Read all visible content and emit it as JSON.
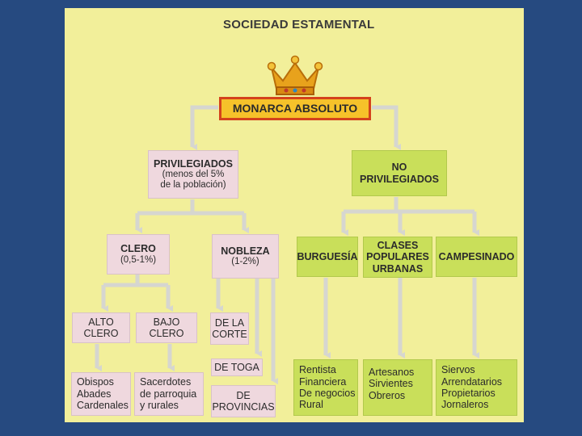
{
  "title": "SOCIEDAD ESTAMENTAL",
  "colors": {
    "frame": "#264a80",
    "background": "#f2ef9a",
    "privileged": "#efd8de",
    "unprivileged": "#c9df5a",
    "monarch_fill": "#f6c22a",
    "monarch_border": "#d4421c",
    "connector": "#d6d6d0"
  },
  "crown_icon": "crown-icon",
  "monarch": "MONARCA ABSOLUTO",
  "privilegiados": {
    "label": "PRIVILEGIADOS",
    "note_1": "(menos del 5%",
    "note_2": "de la población)"
  },
  "no_privilegiados": {
    "line_1": "NO",
    "line_2": "PRIVILEGIADOS"
  },
  "clero": {
    "label": "CLERO",
    "pct": "(0,5-1%)"
  },
  "nobleza": {
    "label": "NOBLEZA",
    "pct": "(1-2%)"
  },
  "burguesia": "BURGUESÍA",
  "clases_populares": {
    "line_1": "CLASES",
    "line_2": "POPULARES",
    "line_3": "URBANAS"
  },
  "campesinado": "CAMPESINADO",
  "alto_clero": {
    "line_1": "ALTO",
    "line_2": "CLERO"
  },
  "bajo_clero": {
    "line_1": "BAJO",
    "line_2": "CLERO"
  },
  "de_la_corte": {
    "line_1": "DE LA",
    "line_2": "CORTE"
  },
  "de_toga": "DE TOGA",
  "de_provincias": {
    "line_1": "DE",
    "line_2": "PROVINCIAS"
  },
  "alto_clero_members": [
    "Obispos",
    "Abades",
    "Cardenales"
  ],
  "bajo_clero_members": [
    "Sacerdotes",
    "de parroquia",
    "y rurales"
  ],
  "burguesia_members": [
    "Rentista",
    "Financiera",
    "De negocios",
    "Rural"
  ],
  "populares_members": [
    "Artesanos",
    "Sirvientes",
    "Obreros"
  ],
  "campesinado_members": [
    "Siervos",
    "Arrendatarios",
    "Propietarios",
    "Jornaleros"
  ]
}
